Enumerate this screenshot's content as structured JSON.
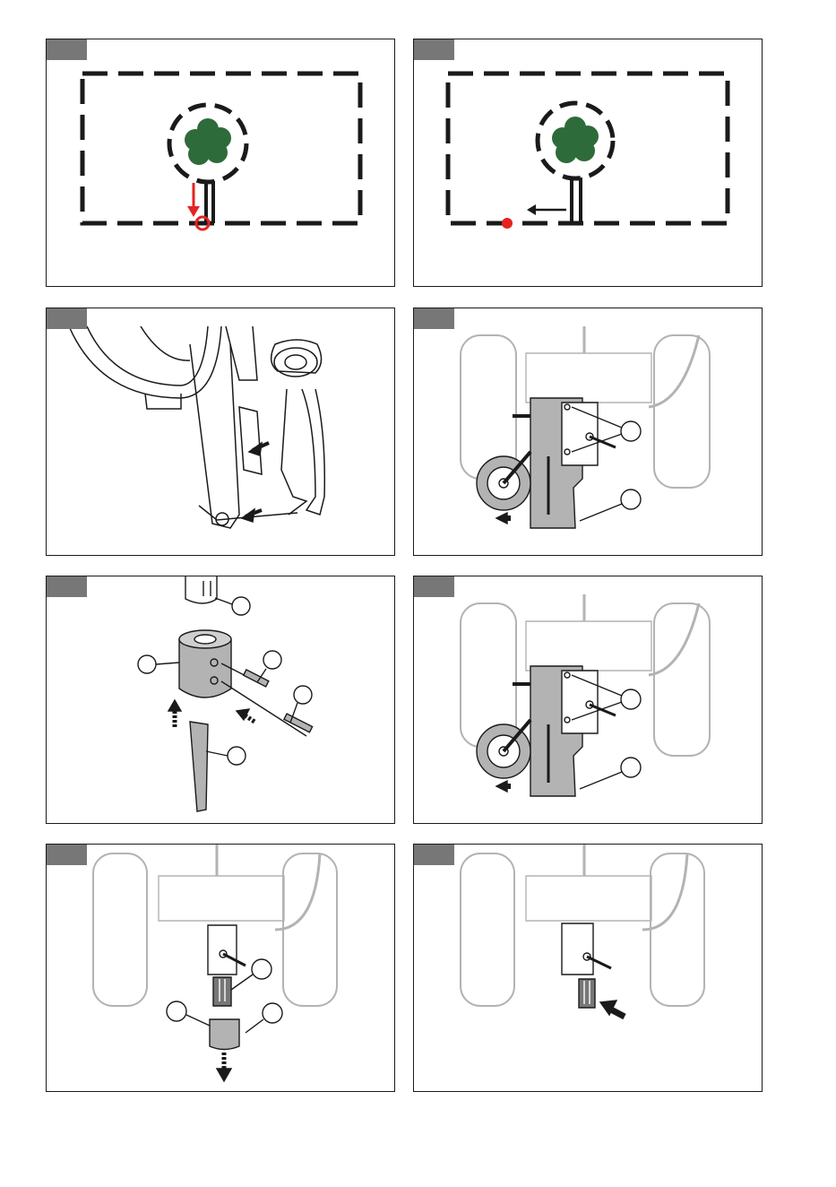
{
  "figures": [
    {
      "id": "fig1",
      "tab": "",
      "subject": "boundary-wire-around-plant",
      "marker_color": "#e52320"
    },
    {
      "id": "fig2",
      "tab": "",
      "subject": "boundary-wire-around-plant",
      "marker_color": "#e52320"
    },
    {
      "id": "fig3",
      "tab": "",
      "subject": "blade-holder-closeup"
    },
    {
      "id": "fig4",
      "tab": "",
      "subject": "cultivator-with-support-wheel"
    },
    {
      "id": "fig5",
      "tab": "",
      "subject": "hub-bolts-and-tine-exploded"
    },
    {
      "id": "fig6",
      "tab": "",
      "subject": "cultivator-with-support-wheel"
    },
    {
      "id": "fig7",
      "tab": "",
      "subject": "hub-removal"
    },
    {
      "id": "fig8",
      "tab": "",
      "subject": "shaft-insert"
    }
  ],
  "colors": {
    "plant": "#2e6b3a",
    "marker": "#e52320",
    "tab": "#777777",
    "line": "#1a1a1a",
    "gray_part": "#b3b3b3"
  }
}
